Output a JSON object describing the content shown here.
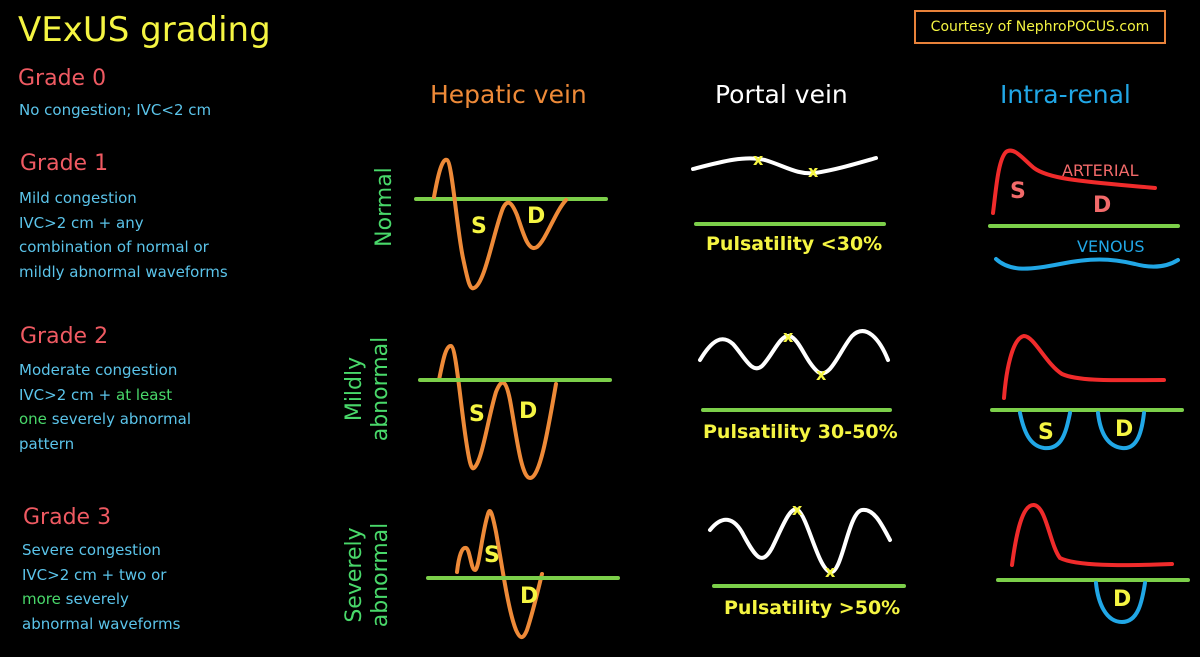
{
  "title": "VExUS grading",
  "courtesy": "Courtesy of NephroPOCUS.com",
  "colors": {
    "title": "#f5f542",
    "grade_heading": "#ef5a62",
    "grade_text": "#5bc4ea",
    "highlight": "#49d86a",
    "hepatic": "#ee8a38",
    "baseline": "#7ccf4a",
    "marker": "#f5f542",
    "arterial": "#f02b2b",
    "venous": "#21a7e6"
  },
  "grades": [
    {
      "heading": "Grade 0",
      "lines": [
        "No congestion; IVC<2 cm"
      ]
    },
    {
      "heading": "Grade 1",
      "lines": [
        "Mild congestion",
        "IVC>2 cm + any",
        "combination of normal or",
        "mildly abnormal waveforms"
      ]
    },
    {
      "heading": "Grade 2",
      "lines": [
        "Moderate congestion",
        "IVC>2 cm + ",
        "at least",
        "one",
        " severely abnormal",
        "pattern"
      ]
    },
    {
      "heading": "Grade 3",
      "lines": [
        "Severe congestion",
        "IVC>2 cm + two or",
        "more",
        " severely",
        "abnormal waveforms"
      ]
    }
  ],
  "columns": {
    "hepatic": "Hepatic vein",
    "portal": "Portal vein",
    "renal": "Intra-renal"
  },
  "rows": {
    "normal": "Normal",
    "mild_1": "Mildly",
    "mild_2": "abnormal",
    "severe_1": "Severely",
    "severe_2": "abnormal"
  },
  "waveform_labels": {
    "s": "S",
    "d": "D",
    "x": "x",
    "arterial": "ARTERIAL",
    "venous": "VENOUS"
  },
  "pulsatility": [
    "Pulsatility <30%",
    "Pulsatility 30-50%",
    "Pulsatility >50%"
  ]
}
